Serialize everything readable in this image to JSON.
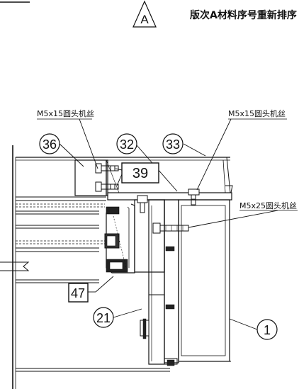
{
  "revision": {
    "symbol": "A",
    "note": "版次A材料序号重新排序"
  },
  "callouts": {
    "screw_left": "M5x15圆头机丝",
    "screw_right": "M5x15圆头机丝",
    "screw_mid": "M5x25圆头机丝"
  },
  "parts": {
    "p36": "36",
    "p32": "32",
    "p33": "33",
    "p39": "39",
    "p47": "47",
    "p21": "21",
    "p1": "1"
  }
}
